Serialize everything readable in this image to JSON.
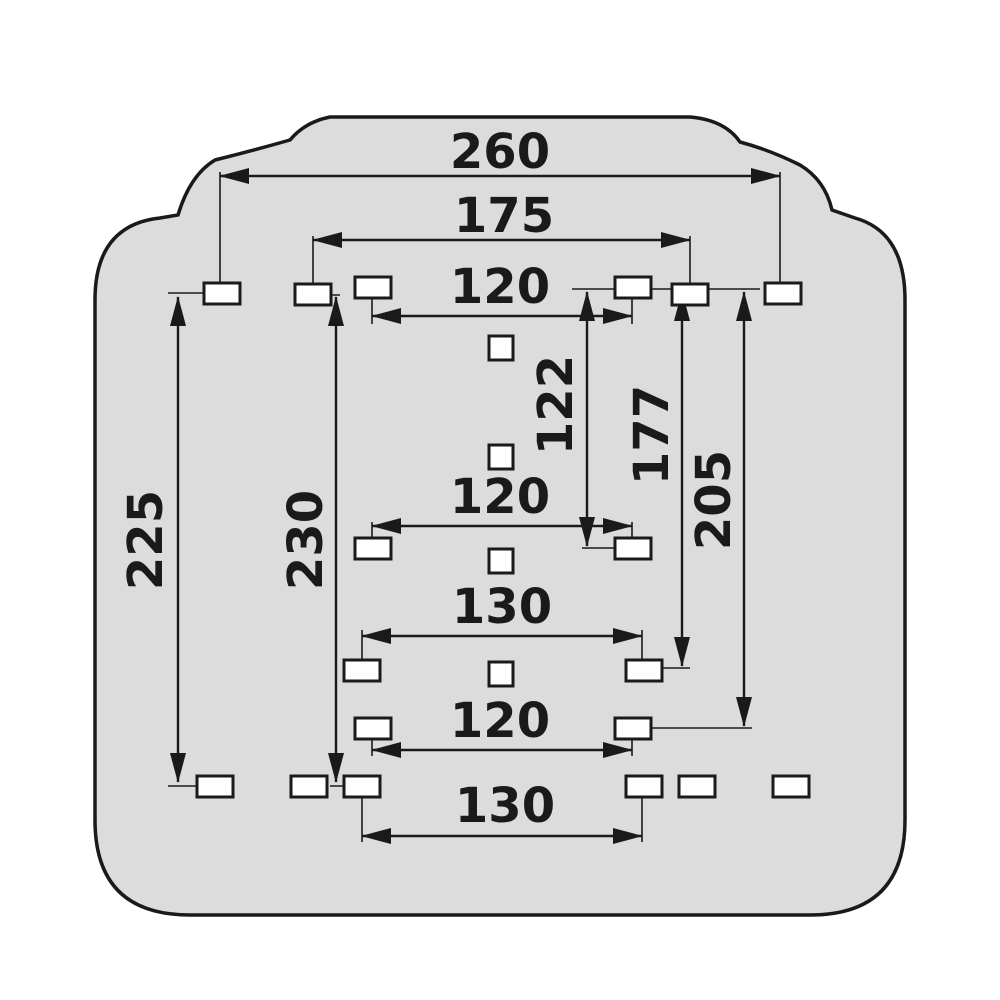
{
  "diagram": {
    "dimensions": {
      "top_width_outer": "260",
      "top_width_mid": "175",
      "top_width_inner": "120",
      "mid_width_upper": "120",
      "mid_width_lower": "130",
      "low_width_upper": "120",
      "low_width_bottom": "130",
      "height_left_outer": "225",
      "height_left_inner": "230",
      "height_center": "122",
      "height_right_inner": "177",
      "height_right_outer": "205"
    },
    "colors": {
      "plate_fill": "#dcdcdc",
      "line": "#1a1a1a",
      "slot_fill": "#ffffff"
    }
  }
}
